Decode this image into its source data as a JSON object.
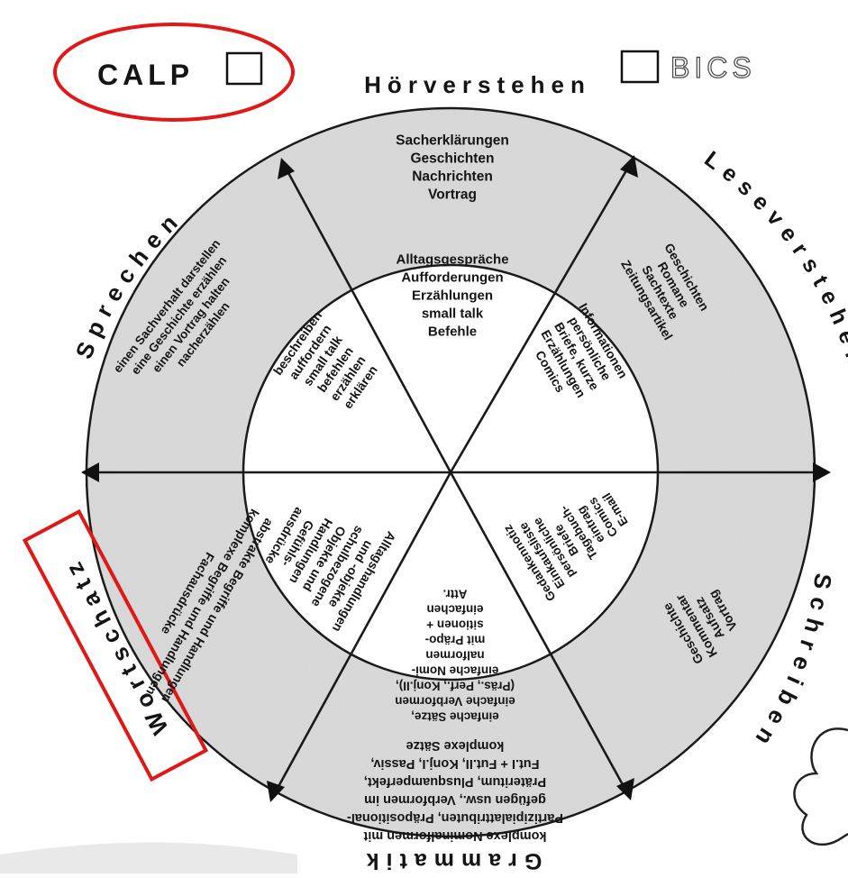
{
  "corner_labels": {
    "calp": "CALP",
    "bics": "BICS"
  },
  "skills": {
    "hoerverstehen": "Hörverstehen",
    "leseverstehen": "Leseverstehen",
    "schreiben": "Schreiben",
    "grammatik": "Grammatik",
    "wortschatz": "Wortschatz",
    "sprechen": "Sprechen"
  },
  "outer": {
    "hoerverstehen": [
      "Sacherklärungen",
      "Geschichten",
      "Nachrichten",
      "Vortrag"
    ],
    "leseverstehen": [
      "Geschichten",
      "Romane",
      "Sachtexte",
      "Zeitungsartikel"
    ],
    "schreiben": [
      "Geschichte",
      "Kommentar",
      "Aufsatz",
      "Vortrag"
    ],
    "grammatik": [
      "komplexe Nominalformen mit",
      "Partizipialattributen, Präpositional-",
      "gefügen usw., Verbformen im",
      "Präteritum, Plusquamperfekt,",
      "Fut.I + Fut.II, Konj.I, Passiv,",
      "komplexe Sätze"
    ],
    "wortschatz": [
      "abstrakte Begriffe und Handlungen",
      "komplexe Begriffe und Handlungen",
      "Fachausdrücke"
    ],
    "sprechen": [
      "einen Sachverhalt darstellen",
      "eine Geschichte erzählen",
      "einen Vortrag halten",
      "nacherzählen"
    ]
  },
  "inner": {
    "hoerverstehen": [
      "Alltagsgespräche",
      "Aufforderungen",
      "Erzählungen",
      "small talk",
      "Befehle"
    ],
    "leseverstehen": [
      "Informationen",
      "persönliche",
      "Briefe, kurze",
      "Erzählungen",
      "Comics"
    ],
    "schreiben": [
      "Gedankennotiz",
      "Einkaufsliste",
      "persönliche",
      "Briefe",
      "Tagebuch-",
      "eintrag",
      "Comics",
      "E-mail"
    ],
    "grammatik": [
      "einfache Sätze,",
      "einfache Verbformen",
      "(Präs., Perf., Konj.II),",
      "einfache Nomi-",
      "nalformen",
      "mit Präpo-",
      "sitionen +",
      "einfachen",
      "Attr."
    ],
    "wortschatz": [
      "Alltagshandlungen",
      "und -objekte",
      "schulbezogene",
      "Objekte und",
      "Handlungen",
      "Gefühls-",
      "ausdrücke"
    ],
    "sprechen": [
      "beschreiben",
      "auffordern",
      "small talk",
      "befehlen",
      "erzählen",
      "erklären"
    ]
  }
}
